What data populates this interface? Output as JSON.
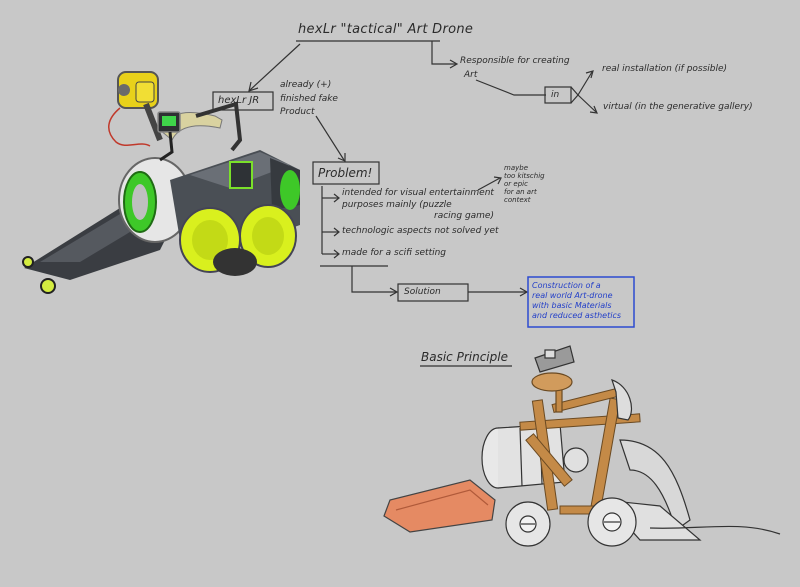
{
  "diagram": {
    "title": "hexLr \"tactical\" Art Drone",
    "responsible": [
      "Responsible for creating",
      "Art"
    ],
    "in_label": "in",
    "branch_real": "real installation (if possible)",
    "branch_virtual": "virtual (in the generative gallery)",
    "product_box": "hexLr JR",
    "product_note": [
      "already (+)",
      "finished fake",
      "Product"
    ],
    "problem_box": "Problem!",
    "problem_points": {
      "p1": [
        "intended for visual entertainment",
        "purposes mainly (puzzle",
        "racing game)"
      ],
      "p2": "technologic aspects not solved yet",
      "p3": "made for a scifi setting"
    },
    "side_note": [
      "maybe",
      "too kitschig",
      "or epic",
      "for an art",
      "context"
    ],
    "solution_box": "Solution",
    "solution_note": [
      "Construction of a",
      "real world Art-drone",
      "with basic Materials",
      "and reduced asthetics"
    ],
    "section_title": "Basic Principle"
  },
  "colors": {
    "background": "#c8c8c8",
    "accent_lime": "#c8e61e",
    "ink": "#2b2b2b",
    "blue_note": "#2440c8",
    "sketch_orange": "#e07850",
    "sketch_wood": "#c08a45"
  },
  "images": {
    "render": "rendered robot-drone vehicle with yellow-green wheels",
    "sketch": "pencil sketch of wooden drone construction with wheels and orange ramp"
  }
}
